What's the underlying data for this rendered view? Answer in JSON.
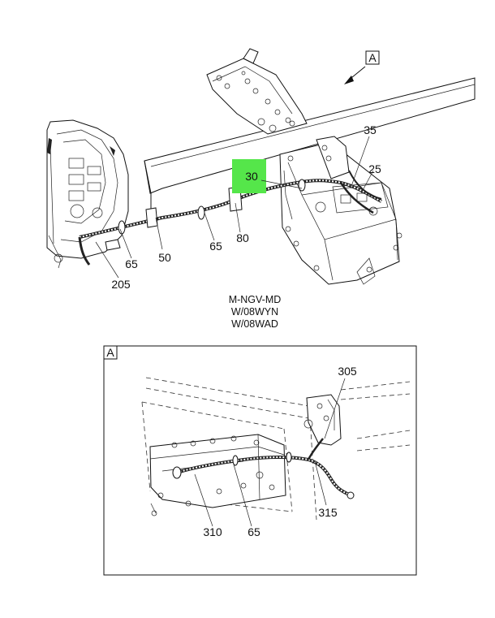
{
  "view_marker_top": "A",
  "view_marker_inset": "A",
  "caption": [
    "M-NGV-MD",
    "W/08WYN",
    "W/08WAD"
  ],
  "callouts_top": {
    "c30": "30",
    "c35": "35",
    "c25": "25",
    "c50": "50",
    "c65a": "65",
    "c80": "80",
    "c65b": "65",
    "c205": "205"
  },
  "callouts_inset": {
    "c305": "305",
    "c315": "315",
    "c310": "310",
    "c65": "65"
  },
  "highlight_color": "#55e64a"
}
